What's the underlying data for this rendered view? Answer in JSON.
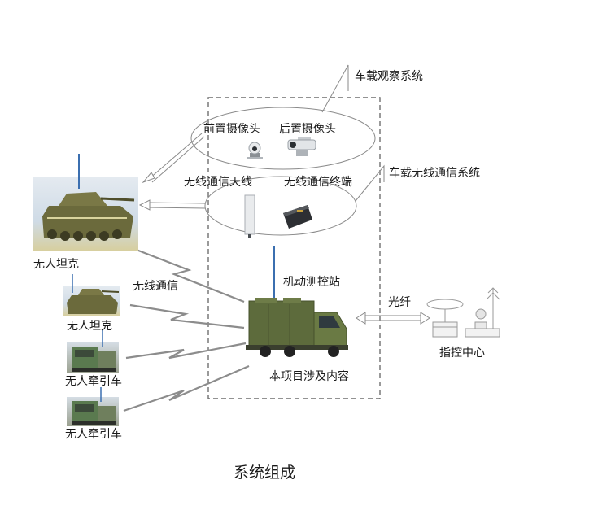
{
  "diagram": {
    "caption": "系统组成",
    "labels": {
      "observation_system": "车载观察系统",
      "front_camera": "前置摄像头",
      "rear_camera": "后置摄像头",
      "wireless_system": "车载无线通信系统",
      "wireless_antenna": "无线通信天线",
      "wireless_terminal": "无线通信终端",
      "unmanned_tank_main": "无人坦克",
      "wireless_comm": "无线通信",
      "mobile_station": "机动测控站",
      "optical_fiber": "光纤",
      "unmanned_tank_small": "无人坦克",
      "tractor_1": "无人牵引车",
      "tractor_2": "无人牵引车",
      "command_center": "指控中心",
      "project_scope": "本项目涉及内容"
    },
    "colors": {
      "line": "#8a8a8a",
      "dashed_box": "#6f6f6f",
      "tank_body": "#6b6a3c",
      "truck_body": "#5d6b3c",
      "sky": "#cfdbe6",
      "ground": "#d7cf9f",
      "antenna": "#3b6fb0"
    }
  }
}
